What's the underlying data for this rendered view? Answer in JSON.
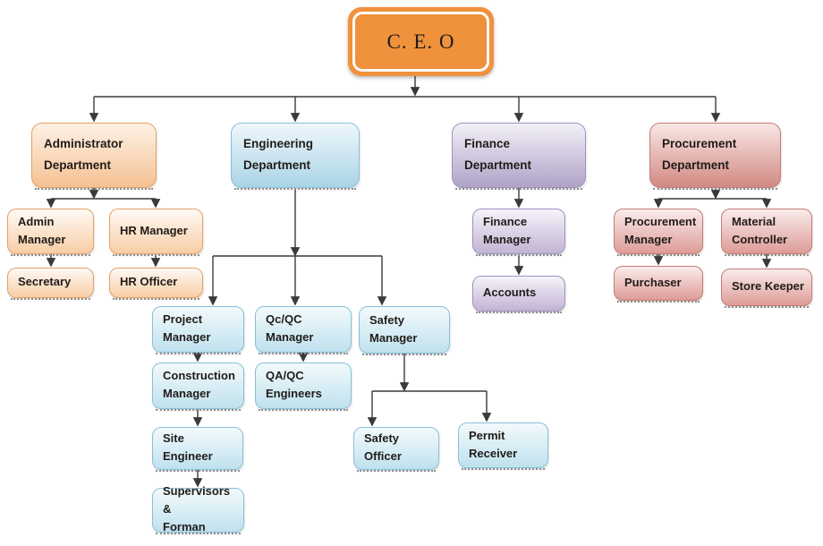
{
  "nodes": {
    "ceo": "C. E. O",
    "admin_dept": "Administrator\nDepartment",
    "eng_dept": "Engineering\nDepartment",
    "fin_dept": "Finance\nDepartment",
    "proc_dept": "Procurement\nDepartment",
    "admin_manager": "Admin\nManager",
    "hr_manager": "HR Manager",
    "secretary": "Secretary",
    "hr_officer": "HR Officer",
    "finance_manager": "Finance\nManager",
    "accounts": "Accounts",
    "procurement_manager": "Procurement\nManager",
    "purchaser": "Purchaser",
    "material_controller": "Material\nController",
    "store_keeper": "Store Keeper",
    "project_manager": "Project\nManager",
    "qcqc_manager": "Qc/QC\nManager",
    "safety_manager": "Safety\nManager",
    "construction_manager": "Construction\nManager",
    "qa_qc_engineers": "QA/QC\nEngineers",
    "site_engineer": "Site Engineer",
    "supervisors_forman": "Supervisors &\nForman",
    "safety_officer": "Safety Officer",
    "permit_receiver": "Permit\nReceiver"
  },
  "colors": {
    "line": "#3a3a3a",
    "text": "#211c19",
    "dot_shadow": "#8f8f8f",
    "ceo_fill": "#f0913c",
    "ceo_inner_border": "#ffffff",
    "orange_border": "#e4a066",
    "orange_top": "#fdf2e6",
    "orange_bottom": "#f5c193",
    "orange_sub_top": "#fefaf5",
    "orange_sub_bottom": "#f8cda5",
    "blue_border": "#8bbfd8",
    "blue_top": "#eef7fb",
    "blue_bottom": "#aad4e6",
    "blue_sub_top": "#f3fafc",
    "blue_sub_bottom": "#bfe1ee",
    "purple_border": "#9e92ba",
    "purple_top": "#f3f0f8",
    "purple_bottom": "#b0a3c7",
    "purple_sub_top": "#f6f3fa",
    "purple_sub_bottom": "#c2b4d4",
    "rose_border": "#c27d78",
    "rose_top": "#f8e7e5",
    "rose_bottom": "#d28983",
    "rose_sub_top": "#faeceb",
    "rose_sub_bottom": "#dd9c97"
  }
}
